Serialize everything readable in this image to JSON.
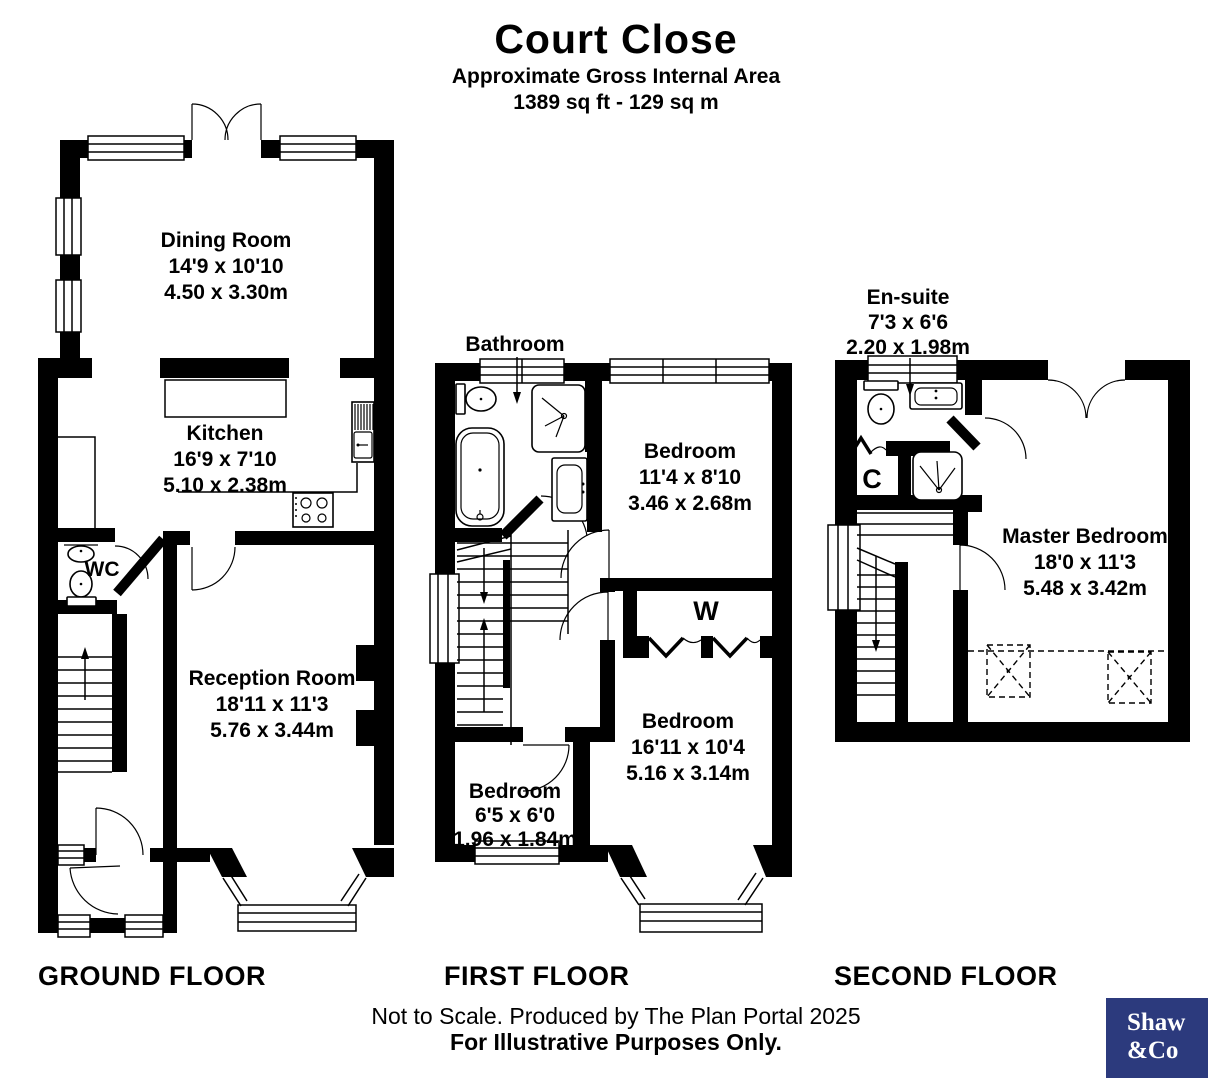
{
  "header": {
    "title": "Court Close",
    "subtitle": "Approximate Gross Internal Area",
    "area": "1389 sq ft - 129 sq m"
  },
  "ground": {
    "title": "GROUND FLOOR",
    "dining": {
      "name": "Dining Room",
      "imperial": "14'9 x 10'10",
      "metric": "4.50 x 3.30m"
    },
    "kitchen": {
      "name": "Kitchen",
      "imperial": "16'9 x 7'10",
      "metric": "5.10 x 2.38m"
    },
    "wc": {
      "name": "WC"
    },
    "reception": {
      "name": "Reception Room",
      "imperial": "18'11 x 11'3",
      "metric": "5.76 x 3.44m"
    }
  },
  "first": {
    "title": "FIRST FLOOR",
    "bathroom": {
      "name": "Bathroom"
    },
    "bedroom1": {
      "name": "Bedroom",
      "imperial": "11'4 x 8'10",
      "metric": "3.46 x 2.68m"
    },
    "wardrobe": {
      "name": "W"
    },
    "bedroom2": {
      "name": "Bedroom",
      "imperial": "16'11 x 10'4",
      "metric": "5.16 x 3.14m"
    },
    "bedroom3": {
      "name": "Bedroom",
      "imperial": "6'5 x 6'0",
      "metric": "1.96 x 1.84m"
    }
  },
  "second": {
    "title": "SECOND FLOOR",
    "ensuite": {
      "name": "En-suite",
      "imperial": "7'3 x 6'6",
      "metric": "2.20 x 1.98m"
    },
    "cupboard": {
      "name": "C"
    },
    "master": {
      "name": "Master Bedroom",
      "imperial": "18'0 x 11'3",
      "metric": "5.48 x 3.42m"
    }
  },
  "footer": {
    "line1": "Not to Scale. Produced by The Plan Portal 2025",
    "line2": "For Illustrative Purposes Only."
  },
  "logo": {
    "line1": "Shaw",
    "line2": "&Co",
    "color": "#2c3a7d"
  }
}
